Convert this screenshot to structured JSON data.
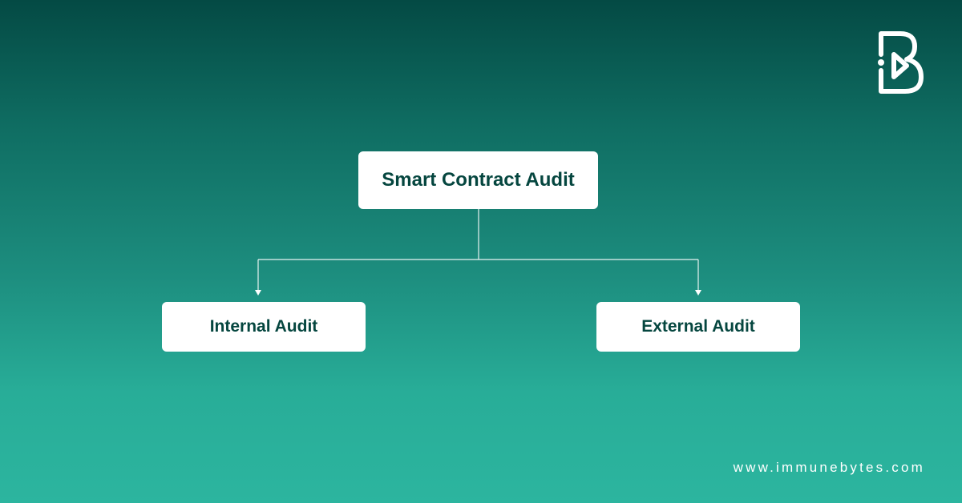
{
  "diagram": {
    "root": {
      "label": "Smart Contract Audit"
    },
    "children": [
      {
        "label": "Internal Audit"
      },
      {
        "label": "External Audit"
      }
    ]
  },
  "brand": {
    "logo_icon": "immunebytes-b-logo-icon",
    "website": "www.immunebytes.com"
  },
  "colors": {
    "background_top": "#044a44",
    "background_bottom": "#2cb59f",
    "node_background": "#ffffff",
    "node_text": "#05463f",
    "connector": "#ffffff"
  }
}
